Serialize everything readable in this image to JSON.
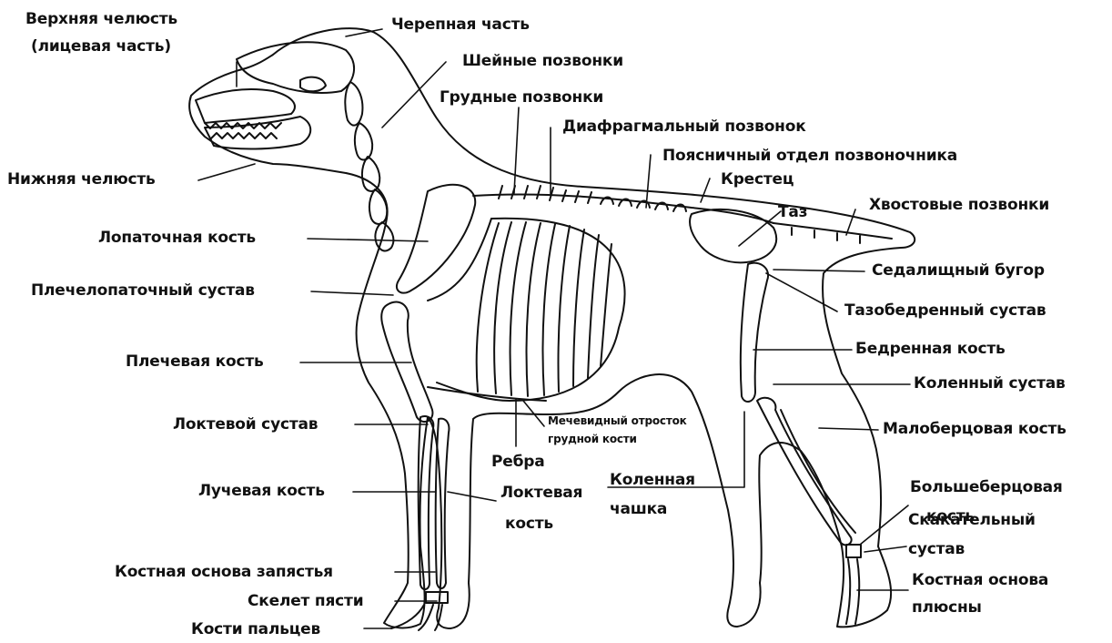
{
  "labels": {
    "upper_jaw": "Верхняя челюсть",
    "upper_jaw_note": "(лицевая часть)",
    "cranial": "Черепная часть",
    "cervical": "Шейные позвонки",
    "thoracic": "Грудные позвонки",
    "diaphragmatic": "Диафрагмальный позвонок",
    "lumbar": "Поясничный отдел позвоночника",
    "sacrum": "Крестец",
    "pelvis": "Таз",
    "caudal": "Хвостовые позвонки",
    "lower_jaw": "Нижняя челюсть",
    "scapula": "Лопаточная кость",
    "shoulder_joint": "Плечелопаточный сустав",
    "humerus": "Плечевая кость",
    "elbow_joint": "Локтевой сустав",
    "radius": "Лучевая кость",
    "carpus": "Костная основа запястья",
    "metacarpus": "Скелет пясти",
    "phalanges": "Кости пальцев",
    "ischial_tuberosity": "Седалищный бугор",
    "hip_joint": "Тазобедренный сустав",
    "femur": "Бедренная кость",
    "knee_joint": "Коленный сустав",
    "fibula": "Малоберцовая кость",
    "tibia_1": "Большеберцовая",
    "tibia_2": "кость",
    "hock_1": "Скакательный",
    "hock_2": "сустав",
    "metatarsus_1": "Костная основа",
    "metatarsus_2": "плюсны",
    "xiphoid_1": "Мечевидный отросток",
    "xiphoid_2": "грудной кости",
    "ribs": "Ребра",
    "patella_1": "Коленная",
    "patella_2": "чашка",
    "ulna_1": "Локтевая",
    "ulna_2": "кость"
  },
  "colors": {
    "ink": "#111111",
    "background": "#ffffff"
  }
}
